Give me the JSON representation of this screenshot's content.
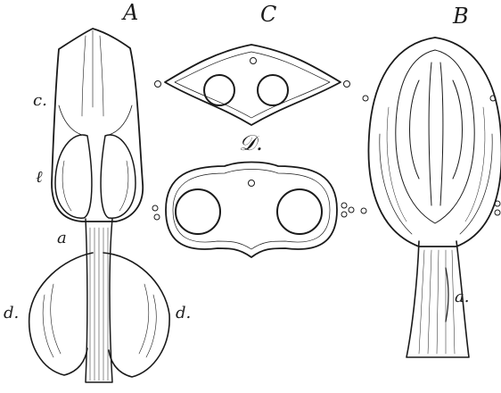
{
  "figure": {
    "colors": {
      "ink": "#1a1a1a",
      "paper": "#ffffff"
    },
    "panels": {
      "A": "A",
      "B": "B",
      "C": "C",
      "D": "𝒟."
    },
    "labels": {
      "a_A": "a",
      "c_A": "c.",
      "e_A": "ℓ",
      "d_left": "d.",
      "d_right": "d.",
      "a_B": "a."
    }
  }
}
